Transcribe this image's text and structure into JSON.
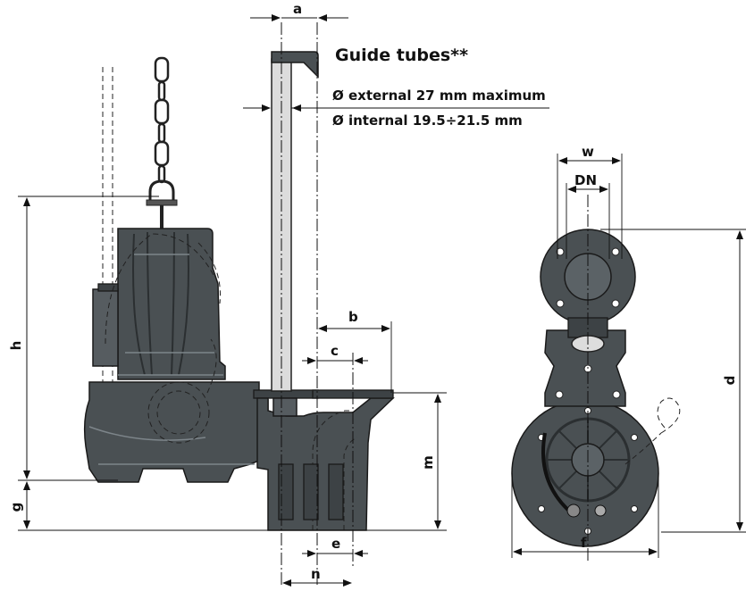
{
  "drawing": {
    "guide_tubes_title": "Guide tubes**",
    "external_diameter_note": "Ø external 27 mm maximum",
    "internal_diameter_note": "Ø internal 19.5÷21.5 mm"
  },
  "dimensions": {
    "a": "a",
    "b": "b",
    "c": "c",
    "h": "h",
    "g": "g",
    "m": "m",
    "e": "e",
    "n": "n",
    "w": "w",
    "dn": "DN",
    "d": "d",
    "f": "f"
  },
  "colors": {
    "pump_body": "#4a5053",
    "tube": "#dcdcdc",
    "line": "#111111"
  },
  "icons": [
    "arrow-marker",
    "chain",
    "lifting-shackle"
  ]
}
